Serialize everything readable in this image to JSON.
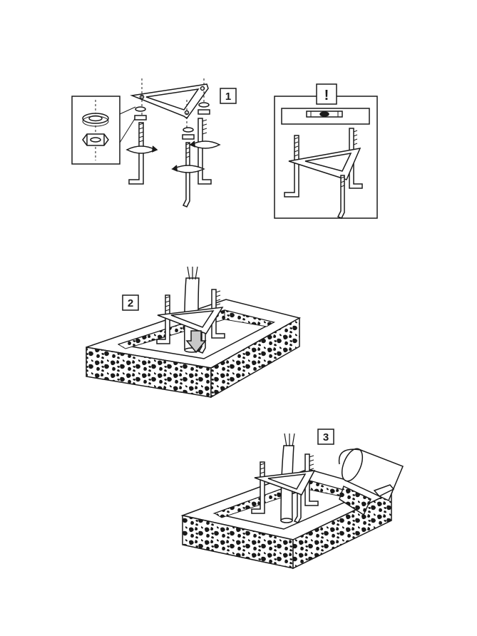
{
  "steps": {
    "step1": "1",
    "step2": "2",
    "step3": "3"
  },
  "warning": {
    "symbol": "!"
  },
  "colors": {
    "ink": "#1a1a1a",
    "paper": "#ffffff",
    "shade": "#c8c8c8"
  }
}
